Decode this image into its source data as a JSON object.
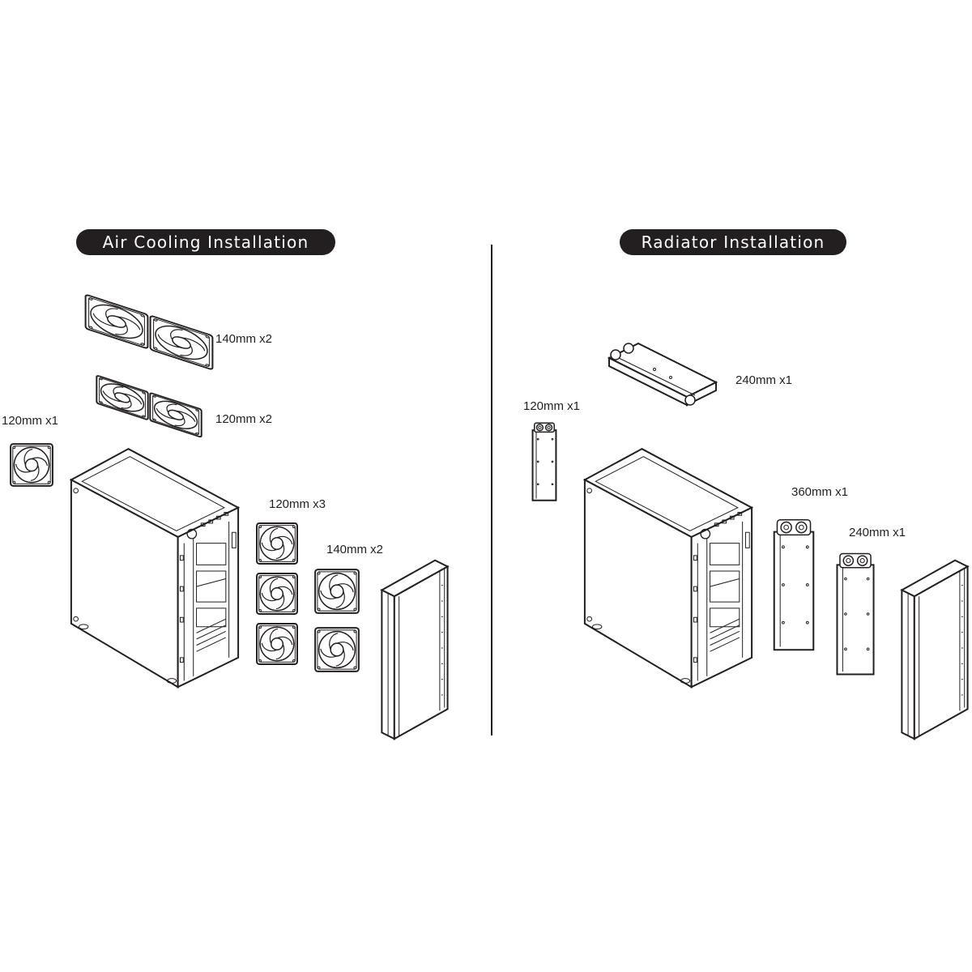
{
  "colors": {
    "ink": "#231f20",
    "background": "#ffffff",
    "pill_text": "#ffffff"
  },
  "air_cooling": {
    "title": "Air Cooling Installation",
    "labels": {
      "top_140": "140mm x2",
      "top_120": "120mm x2",
      "rear_120": "120mm x1",
      "front_120": "120mm x3",
      "front_140": "140mm x2"
    }
  },
  "radiator": {
    "title": "Radiator Installation",
    "labels": {
      "top_240": "240mm x1",
      "rear_120": "120mm x1",
      "front_360": "360mm x1",
      "front_240": "240mm x1"
    }
  },
  "icons": [
    "fan-icon",
    "radiator-icon",
    "pc-case-icon",
    "front-panel-icon"
  ]
}
